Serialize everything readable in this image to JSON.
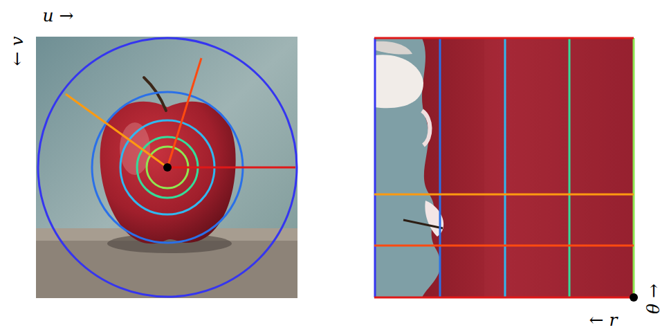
{
  "diagram": {
    "labels": [
      "u →",
      "← v",
      "θ →",
      "← r"
    ]
  }
}
